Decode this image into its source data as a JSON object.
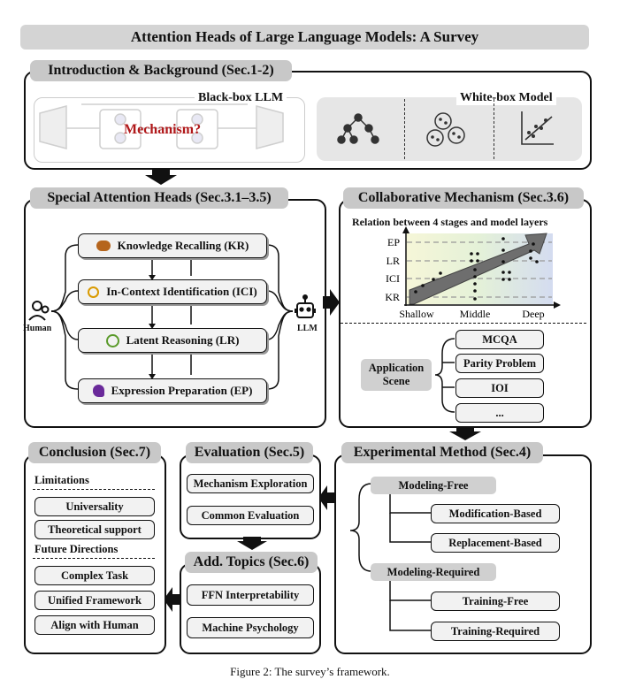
{
  "title": "Attention Heads of Large Language Models: A Survey",
  "caption": "Figure 2: The survey’s framework.",
  "intro": {
    "title": "Introduction & Background (Sec.1-2)",
    "blackbox_label": "Black-box LLM",
    "mechanism_label": "Mechanism?",
    "whitebox_label": "White-box Model",
    "whitebox_icons": [
      "tree-icon",
      "cluster-icon",
      "scatter-plot-icon"
    ]
  },
  "special": {
    "title": "Special Attention Heads (Sec.3.1–3.5)",
    "human_label": "Human",
    "llm_label": "LLM",
    "stages": [
      {
        "label": "Knowledge Recalling (KR)",
        "icon": "thought-bubble-icon",
        "color": "#b5651d"
      },
      {
        "label": "In-Context Identification (ICI)",
        "icon": "magnifier-icon",
        "color": "#d99a00"
      },
      {
        "label": "Latent Reasoning (LR)",
        "icon": "lightbulb-icon",
        "color": "#5a9a2a"
      },
      {
        "label": "Expression Preparation (EP)",
        "icon": "speaking-head-icon",
        "color": "#6a2a9a"
      }
    ]
  },
  "collab": {
    "title": "Collaborative Mechanism (Sec.3.6)",
    "chart_title": "Relation between 4 stages and model layers",
    "application_label": "Application Scene",
    "applications": [
      "MCQA",
      "Parity Problem",
      "IOI",
      "..."
    ]
  },
  "chart_data": {
    "type": "scatter",
    "title": "Relation between 4 stages and model layers",
    "categories_x": [
      "Shallow",
      "Middle",
      "Deep"
    ],
    "categories_y": [
      "KR",
      "ICI",
      "LR",
      "EP"
    ],
    "grid": true
  },
  "experimental": {
    "title": "Experimental Method (Sec.4)",
    "groups": [
      {
        "label": "Modeling-Free",
        "children": [
          "Modification-Based",
          "Replacement-Based"
        ]
      },
      {
        "label": "Modeling-Required",
        "children": [
          "Training-Free",
          "Training-Required"
        ]
      }
    ]
  },
  "evaluation": {
    "title": "Evaluation (Sec.5)",
    "items": [
      "Mechanism Exploration",
      "Common Evaluation"
    ]
  },
  "topics": {
    "title": "Add. Topics (Sec.6)",
    "items": [
      "FFN Interpretability",
      "Machine Psychology"
    ]
  },
  "conclusion": {
    "title": "Conclusion  (Sec.7)",
    "limitations_label": "Limitations",
    "limitations": [
      "Universality",
      "Theoretical support"
    ],
    "future_label": "Future Directions",
    "future": [
      "Complex Task",
      "Unified Framework",
      "Align with Human"
    ]
  }
}
